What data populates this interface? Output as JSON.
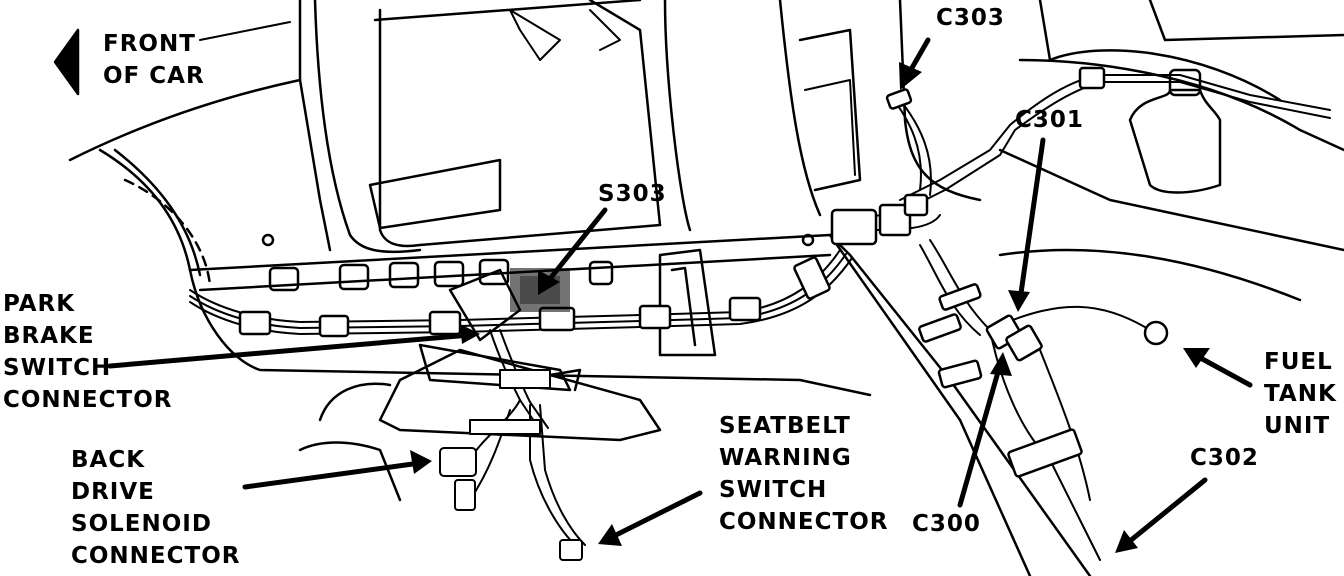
{
  "labels": {
    "front_of_car": [
      "FRONT",
      "OF CAR"
    ],
    "c303": "C303",
    "c301": "C301",
    "s303": "S303",
    "park_brake": [
      "PARK",
      "BRAKE",
      "SWITCH",
      "CONNECTOR"
    ],
    "back_drive": [
      "BACK",
      "DRIVE",
      "SOLENOID",
      "CONNECTOR"
    ],
    "seatbelt": [
      "SEATBELT",
      "WARNING",
      "SWITCH",
      "CONNECTOR"
    ],
    "c300": "C300",
    "fuel_tank": [
      "FUEL",
      "TANK",
      "UNIT"
    ],
    "c302": "C302"
  },
  "colors": {
    "ink": "#000000",
    "paper": "#ffffff"
  }
}
